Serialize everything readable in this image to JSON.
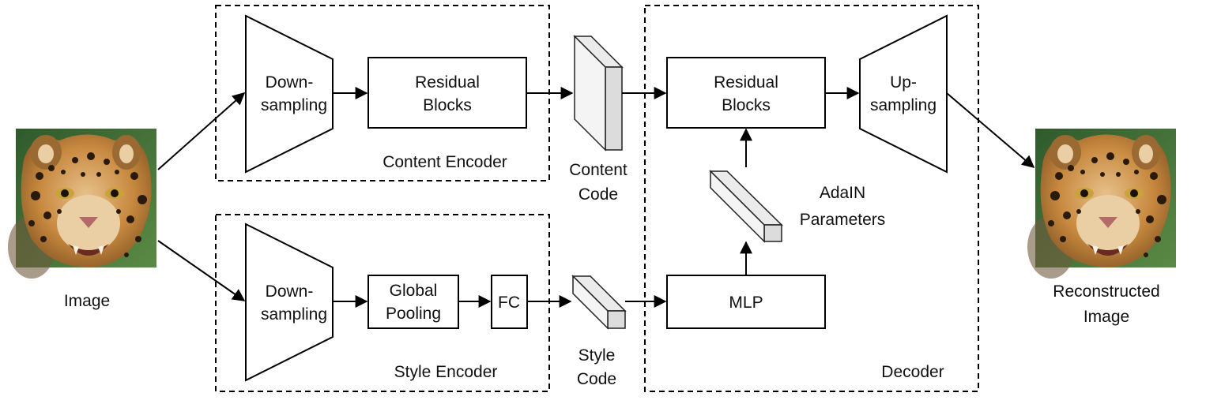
{
  "input": {
    "label": "Image"
  },
  "output": {
    "label_line1": "Reconstructed",
    "label_line2": "Image"
  },
  "content_encoder": {
    "title": "Content Encoder",
    "downsampling_line1": "Down-",
    "downsampling_line2": "sampling",
    "residual_line1": "Residual",
    "residual_line2": "Blocks"
  },
  "style_encoder": {
    "title": "Style Encoder",
    "downsampling_line1": "Down-",
    "downsampling_line2": "sampling",
    "pooling_line1": "Global",
    "pooling_line2": "Pooling",
    "fc": "FC"
  },
  "content_code": {
    "line1": "Content",
    "line2": "Code"
  },
  "style_code": {
    "line1": "Style",
    "line2": "Code"
  },
  "decoder": {
    "title": "Decoder",
    "residual_line1": "Residual",
    "residual_line2": "Blocks",
    "upsampling_line1": "Up-",
    "upsampling_line2": "sampling",
    "mlp": "MLP",
    "adain_line1": "AdaIN",
    "adain_line2": "Parameters"
  },
  "colors": {
    "jaguar_fur": "#c8893f",
    "jaguar_light": "#e9cfa3",
    "jaguar_spot": "#2a1a0c",
    "foliage": "#3f6b35"
  }
}
